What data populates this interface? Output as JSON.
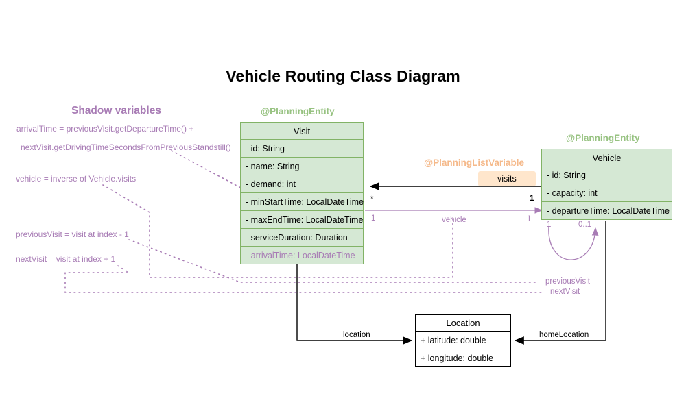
{
  "title": "Vehicle Routing Class Diagram",
  "shadow_panel": {
    "heading": "Shadow variables",
    "notes": [
      "arrivalTime = previousVisit.getDepartureTime() +",
      "nextVisit.getDrivingTimeSecondsFromPreviousStandstill()",
      "vehicle = inverse of Vehicle.visits",
      "previousVisit = visit at index - 1",
      "nextVisit = visit at index + 1"
    ]
  },
  "classes": {
    "visit": {
      "stereotype": "@PlanningEntity",
      "name": "Visit",
      "attributes": [
        "- id: String",
        "- name: String",
        "- demand: int",
        "- minStartTime: LocalDateTime",
        "- maxEndTime: LocalDateTime",
        "- serviceDuration: Duration"
      ],
      "shadow_attributes": [
        "- arrivalTime: LocalDateTime"
      ]
    },
    "vehicle": {
      "stereotype": "@PlanningEntity",
      "name": "Vehicle",
      "attributes": [
        "- id: String",
        "- capacity: int",
        "- departureTime: LocalDateTime"
      ]
    },
    "location": {
      "name": "Location",
      "attributes": [
        "+ latitude: double",
        "+ longitude: double"
      ]
    }
  },
  "associations": {
    "visits": {
      "stereotype": "@PlanningListVariable",
      "label": "visits",
      "source_multiplicity": "1",
      "target_multiplicity": "*"
    },
    "vehicle_inverse": {
      "label": "vehicle",
      "source_multiplicity": "1",
      "target_multiplicity": "1"
    },
    "vehicle_self": {
      "source_multiplicity": "1",
      "target_multiplicity": "0..1"
    },
    "previous_visit": {
      "label": "previousVisit"
    },
    "next_visit": {
      "label": "nextVisit"
    },
    "location": {
      "label": "location"
    },
    "home_location": {
      "label": "homeLocation"
    }
  },
  "colors": {
    "entity_fill": "#d5e8d4",
    "entity_stroke": "#82b366",
    "stereotype_green": "#97c281",
    "stereotype_orange": "#f5b98a",
    "chip_fill": "#ffe6cc",
    "shadow_purple": "#a87cb5",
    "plain_stroke": "#000000"
  }
}
